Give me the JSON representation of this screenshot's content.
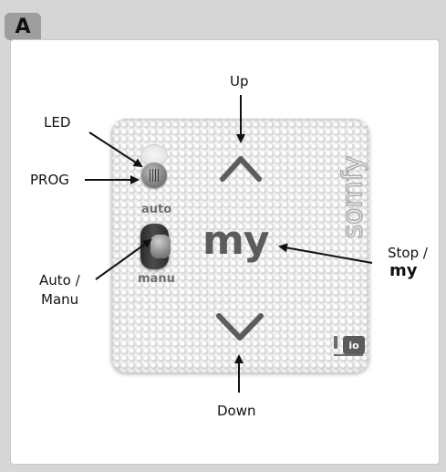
{
  "panel": {
    "badge": "A",
    "frame_color": "#d6d6d6",
    "badge_color": "#9e9e9e"
  },
  "remote": {
    "brand": "somfy",
    "auto_label": "auto",
    "manu_label": "manu",
    "my_label": "my",
    "io_label": "io",
    "body_color": "#f1f1f1",
    "symbol_color": "#5c5c5c"
  },
  "callouts": {
    "up": "Up",
    "down": "Down",
    "led": "LED",
    "prog": "PROG",
    "auto_manu_line1": "Auto /",
    "auto_manu_line2": "Manu",
    "stop_line1": "Stop /",
    "stop_line2": "my"
  },
  "icons": [
    "chevron-up-icon",
    "chevron-down-icon",
    "prog-button-icon",
    "slide-switch-icon",
    "io-icon"
  ]
}
